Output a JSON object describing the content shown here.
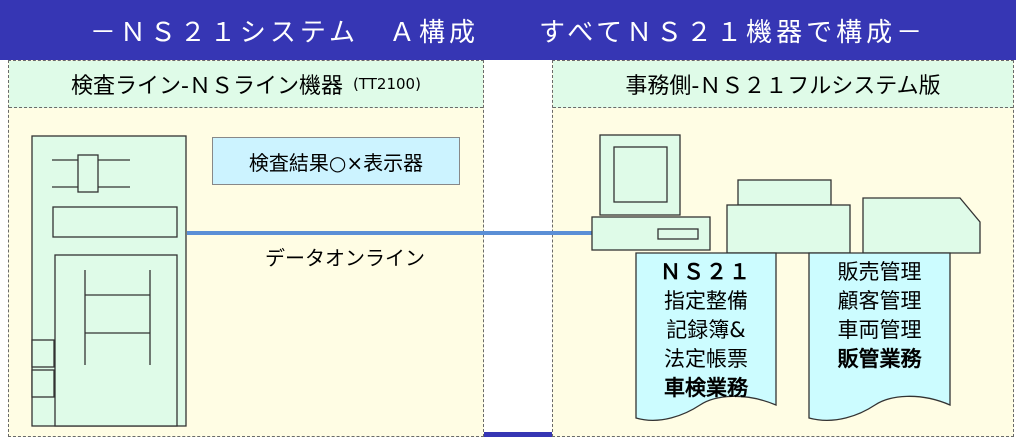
{
  "title": "－ＮＳ２１システム　Ａ構成　　すべてＮＳ２１機器で構成－",
  "left_panel": {
    "heading": "検査ライン-ＮＳライン機器",
    "heading_model": "(TT2100)",
    "badge": "検査結果○×表示器"
  },
  "connection_label": "データオンライン",
  "right_panel": {
    "heading": "事務側-ＮＳ２１フルシステム版"
  },
  "doc1": {
    "line1": "ＮＳ２１",
    "line2": "指定整備",
    "line3": "記録簿&",
    "line4": "法定帳票",
    "line5": "車検業務"
  },
  "doc2": {
    "line1": "販売管理",
    "line2": "顧客管理",
    "line3": "車両管理",
    "line4": "販管業務"
  },
  "colors": {
    "title_bg": "#3636b4",
    "panel_bg": "#fffde4",
    "header_bg": "#dffbe8",
    "equipment": "#dffbe8",
    "document": "#ccfcff",
    "badge": "#ccf3ff",
    "connector": "#5b8fd6"
  }
}
